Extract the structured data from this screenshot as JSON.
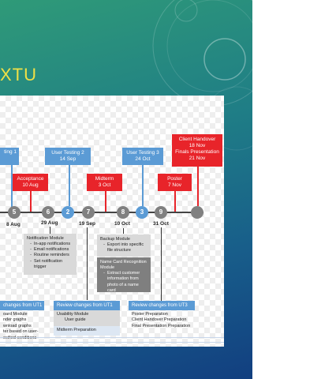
{
  "slide": {
    "title_fragment": "XTU",
    "colors": {
      "accent_title": "#f0e046",
      "milestone_blue": "#5b9bd5",
      "milestone_red": "#e8242a",
      "node_gray": "#808080"
    }
  },
  "milestones": {
    "user_testing_1": {
      "title": "ting 1",
      "date": ""
    },
    "user_testing_2": {
      "title": "User Testing 2",
      "date": "14 Sep"
    },
    "user_testing_3": {
      "title": "User Testing 3",
      "date": "24 Oct"
    },
    "acceptance": {
      "title": "Acceptance",
      "date": "10 Aug"
    },
    "midterm": {
      "title": "Midterm",
      "date": "3 Oct"
    },
    "poster": {
      "title": "Poster",
      "date": "7 Nov"
    },
    "client_handover": {
      "line1": "Client Handover",
      "line2": "18 Nov",
      "line3": "Finals Presentation",
      "line4": "21 Nov"
    }
  },
  "nodes": [
    "5",
    "6",
    "2",
    "7",
    "8",
    "3",
    "9"
  ],
  "dates": [
    "8 Aug",
    "29 Aug",
    "19 Sep",
    "10 Oct",
    "31 Oct"
  ],
  "modules": {
    "notification": {
      "title": "Notification Module",
      "items": [
        "In-app notifications",
        "Email notifications",
        "Routine reminders",
        "Set notification trigger"
      ]
    },
    "backup": {
      "title": "Backup Module",
      "items": [
        "Export into specific file structure"
      ]
    },
    "name_card": {
      "title": "Name Card Recognition Module",
      "items": [
        "Extract customer information from photo of a name card"
      ]
    }
  },
  "reviews": {
    "ut1_left": {
      "header": "changes from UT1",
      "lines": [
        "oard Module",
        "nder graphs",
        "wnload graphs",
        "ter based on user-",
        "ecified conditions"
      ]
    },
    "ut1_mid": {
      "header": "Review changes from UT1",
      "line1": "Usability Module",
      "line2": "User guide",
      "line3": "Midterm Preparation"
    },
    "ut3": {
      "header": "Review changes from UT3",
      "lines": [
        "Poster Preparation",
        "Client Handover Preparation",
        "Final Presentation Preparation"
      ]
    }
  }
}
